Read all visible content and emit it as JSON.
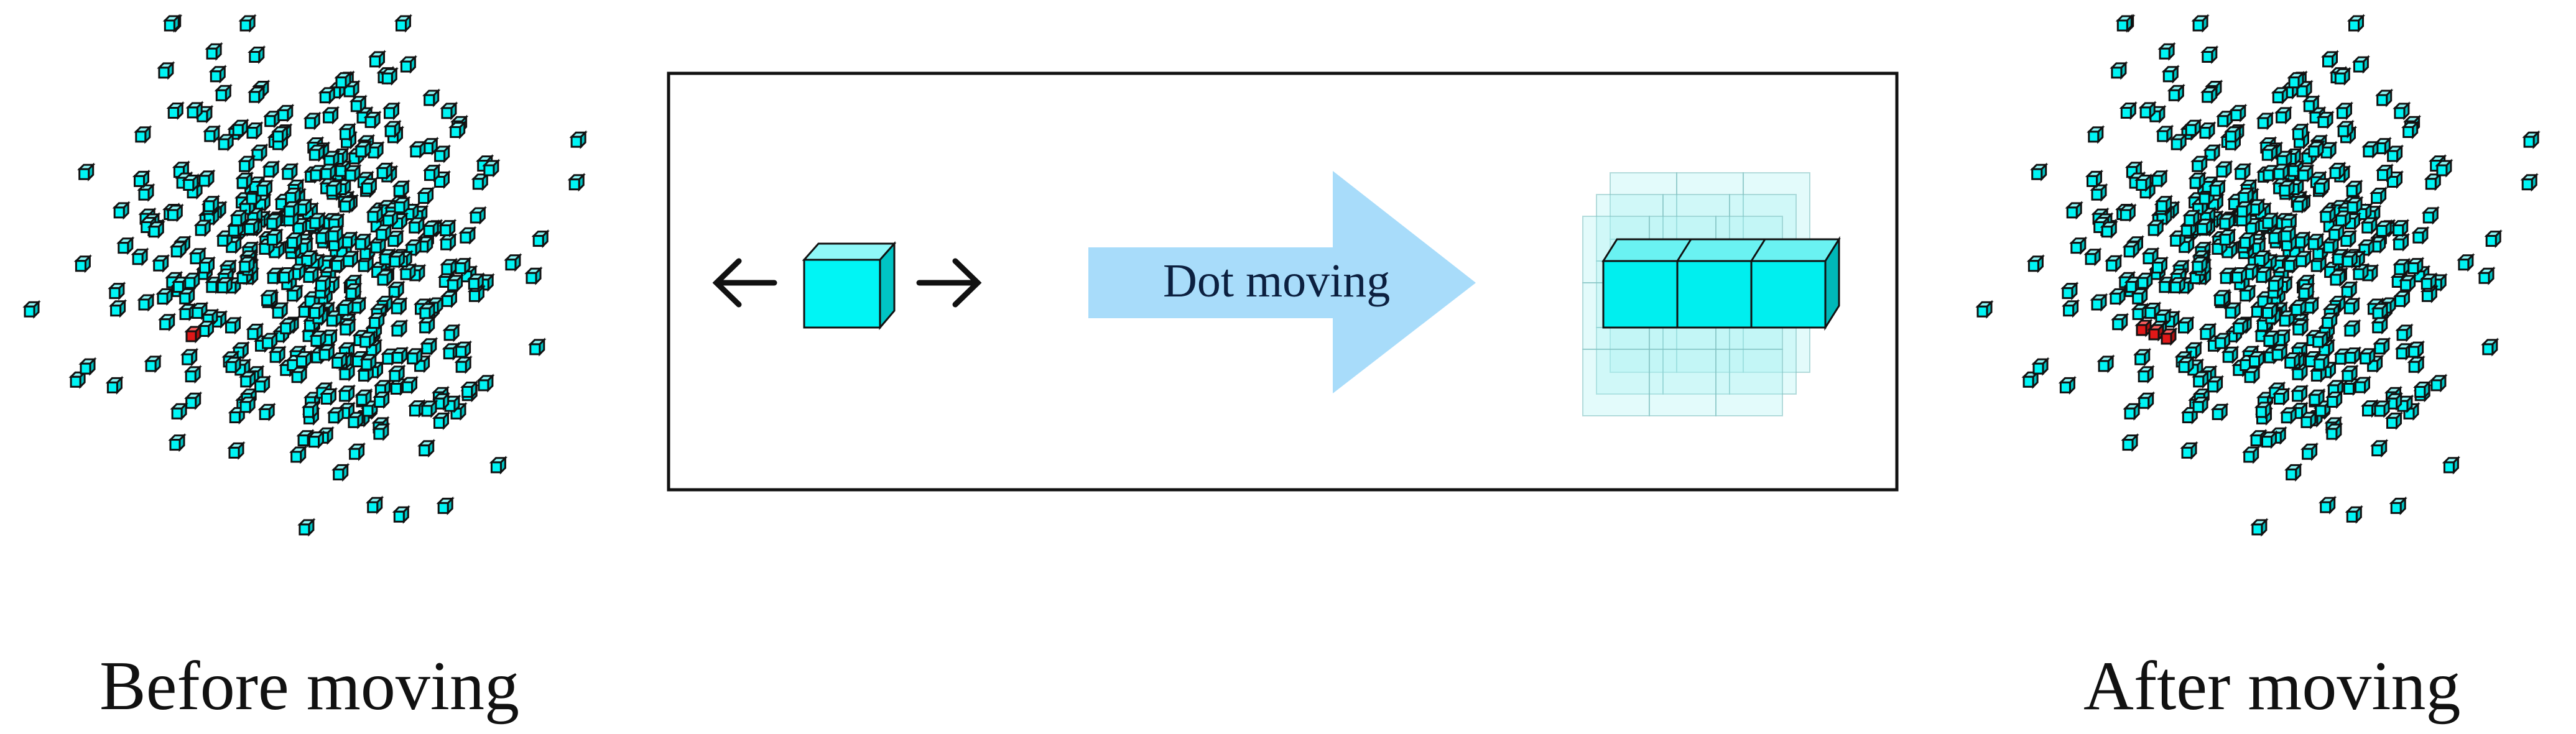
{
  "captions": {
    "before": "Before moving",
    "after": "After moving"
  },
  "panel": {
    "arrow_label": "Dot moving"
  },
  "colors": {
    "cube_face_front": "#00f5f5",
    "cube_face_top": "#8ff8f8",
    "cube_face_side": "#00c4c4",
    "cube_edge": "#111111",
    "moved_dot": "#e01818",
    "arrow_fill": "#a8dcfa",
    "grid_cell": "#a8f4f4",
    "frame": "#111111"
  },
  "icons": {
    "left_arrow": "arrow-left-icon",
    "right_arrow": "arrow-right-icon"
  }
}
